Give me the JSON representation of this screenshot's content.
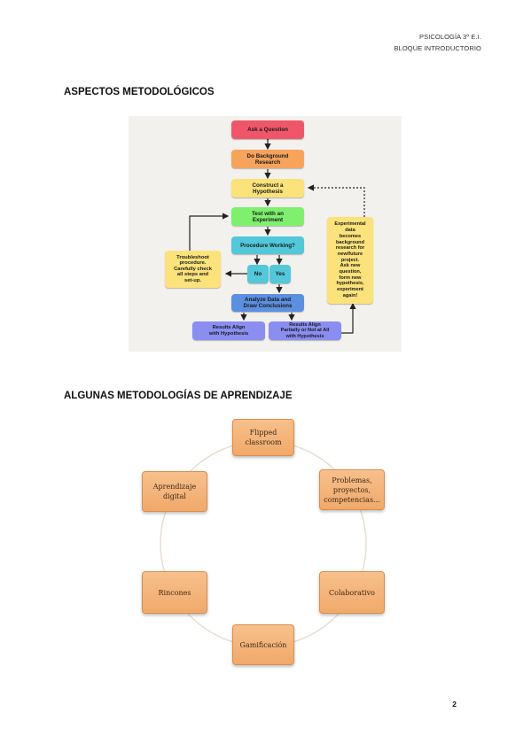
{
  "header": {
    "line1": "PSICOLOGÍA 3º E.I.",
    "line2": "BLOQUE INTRODUCTORIO"
  },
  "section1": {
    "title": "ASPECTOS METODOLÓGICOS"
  },
  "flowchart": {
    "ask": "Ask a Question",
    "background": [
      "Do Background",
      "Research"
    ],
    "hypothesis": [
      "Construct a",
      "Hypothesis"
    ],
    "test": [
      "Test with an",
      "Experiment"
    ],
    "working": "Procedure Working?",
    "no": "No",
    "yes": "Yes",
    "troubleshoot": [
      "Troubleshoot",
      "procedure.",
      "Carefully check",
      "all steps and",
      "set-up."
    ],
    "analyze": [
      "Analyze Data and",
      "Draw Conclusions"
    ],
    "align": [
      "Results Align",
      "with Hypothesis"
    ],
    "partial": [
      "Results Align",
      "Partially or Not at All",
      "with Hypothesis"
    ],
    "experimental": [
      "Experimental",
      "data",
      "becomes",
      "background",
      "research for",
      "new/future",
      "project.",
      "Ask new",
      "question,",
      "form new",
      "hypothesis,",
      "experiment",
      "again!"
    ],
    "colors": {
      "red": "#f0566a",
      "orange": "#f7a35c",
      "yellow": "#fbe27a",
      "green": "#7ef06e",
      "cyan": "#52c8d8",
      "blue": "#5b8fe0",
      "purple": "#8a8ef0"
    }
  },
  "section2": {
    "title": "ALGUNAS METODOLOGÍAS DE APRENDIZAJE"
  },
  "cycle": {
    "flipped": [
      "Flipped",
      "classroom"
    ],
    "problemas": [
      "Problemas,",
      "proyectos,",
      "competencias..."
    ],
    "colaborativo": "Colaborativo",
    "gamificacion": "Gamificación",
    "rincones": "Rincones",
    "digital": [
      "Aprendizaje",
      "digital"
    ]
  },
  "page_number": "2"
}
